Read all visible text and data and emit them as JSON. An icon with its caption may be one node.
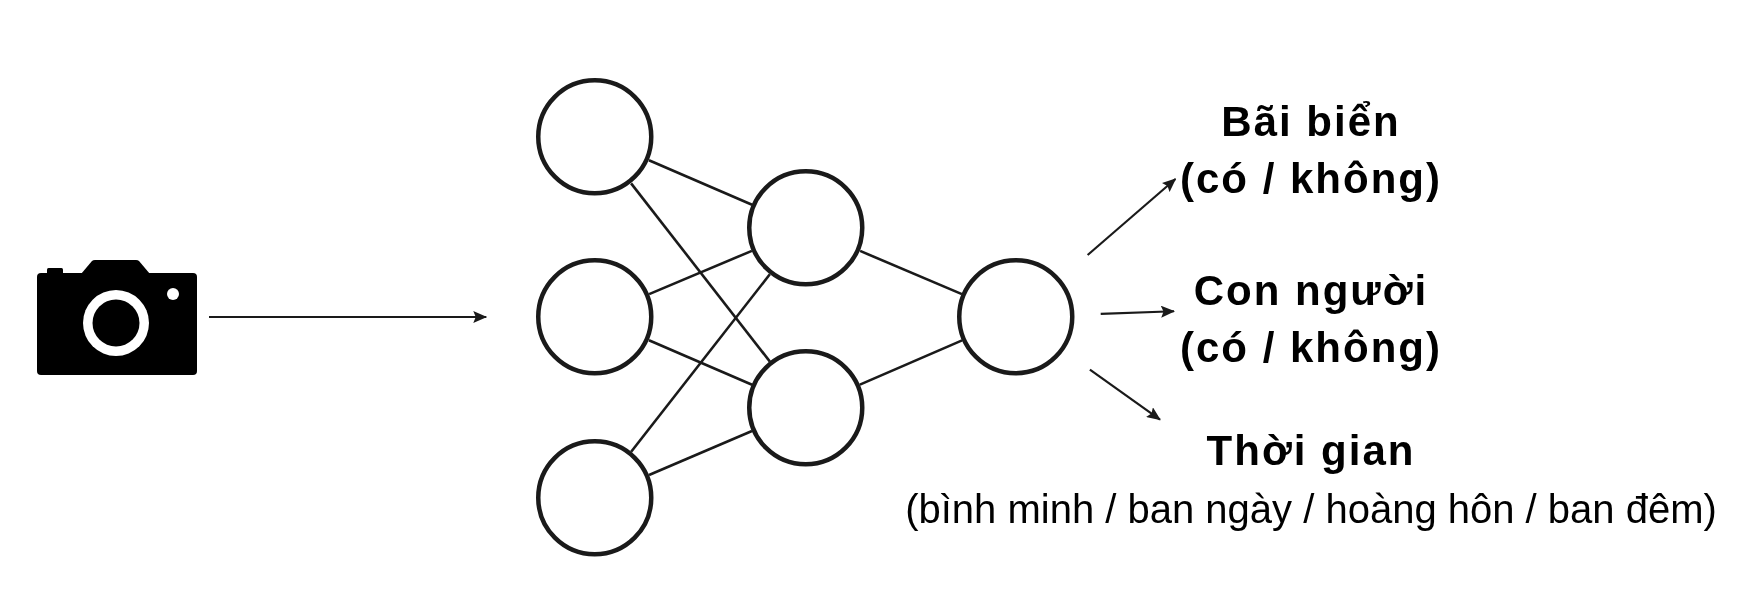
{
  "diagram": {
    "nodes": [
      {
        "text": [],
        "shape": "picture"
      },
      {
        "text": [],
        "shape": "circle"
      },
      {
        "text": [],
        "shape": "circle"
      },
      {
        "text": [],
        "shape": "circle"
      },
      {
        "text": [],
        "shape": "circle"
      },
      {
        "text": [],
        "shape": "circle"
      },
      {
        "text": [],
        "shape": "circle"
      },
      {
        "text": [
          "Bãi biển",
          "(có / không)"
        ]
      },
      {
        "text": [
          "Con người",
          "(có / không)"
        ]
      },
      {
        "text": [
          "Thời gian",
          "(bình minh / ban ngày / hoàng hôn / ban đêm)"
        ]
      }
    ],
    "edges": [
      {
        "from": 0,
        "to": 2,
        "arrow": "to"
      },
      {
        "from": 1,
        "to": 4,
        "arrow": "none"
      },
      {
        "from": 1,
        "to": 5,
        "arrow": "none"
      },
      {
        "from": 2,
        "to": 4,
        "arrow": "none"
      },
      {
        "from": 2,
        "to": 5,
        "arrow": "none"
      },
      {
        "from": 3,
        "to": 4,
        "arrow": "none"
      },
      {
        "from": 3,
        "to": 5,
        "arrow": "none"
      },
      {
        "from": 4,
        "to": 6,
        "arrow": "none"
      },
      {
        "from": 5,
        "to": 6,
        "arrow": "none"
      },
      {
        "from": 6,
        "to": 7,
        "arrow": "to"
      },
      {
        "from": 6,
        "to": 8,
        "arrow": "to"
      },
      {
        "from": 6,
        "to": 9,
        "arrow": "to"
      }
    ]
  }
}
